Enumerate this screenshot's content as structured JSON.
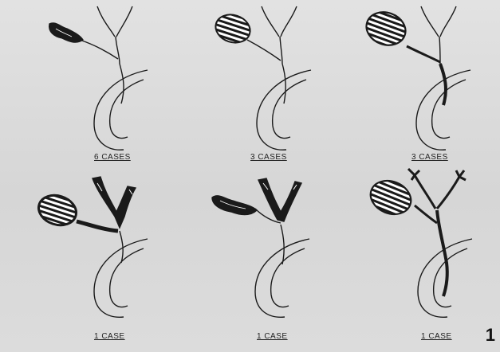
{
  "panels": [
    {
      "caption": "6 CASES"
    },
    {
      "caption": "3 CASES"
    },
    {
      "caption": "3 CASES"
    },
    {
      "caption": "1 CASE"
    },
    {
      "caption": "1 CASE"
    },
    {
      "caption": "1 CASE"
    }
  ],
  "figure_number": "1",
  "colors": {
    "background": "#d9d9d9",
    "ink": "#1a1a1a"
  }
}
